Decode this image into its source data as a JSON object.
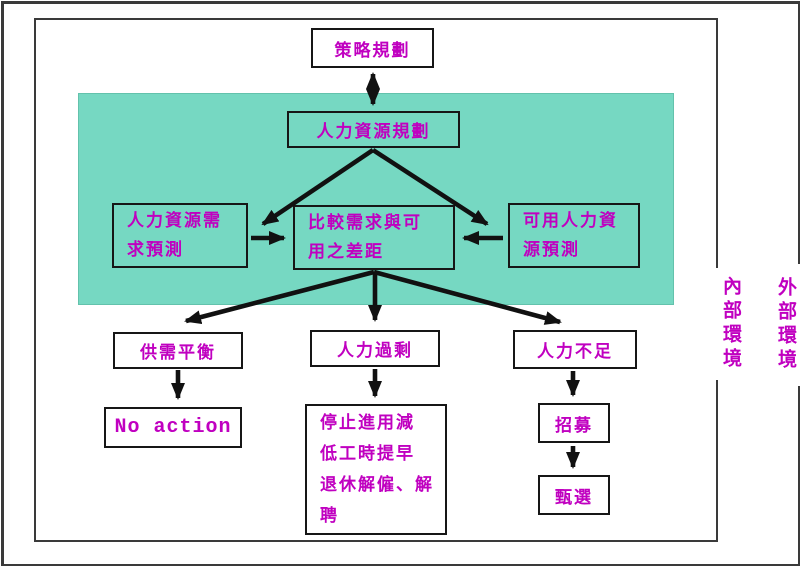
{
  "colors": {
    "text_magenta": "#c000c0",
    "panel_teal": "#76d8c2",
    "line_dark": "#3a3a3a",
    "arrow_black": "#111111"
  },
  "flowchart": {
    "strategic_planning": "策略規劃",
    "hr_planning": "人力資源規劃",
    "hr_demand_forecast": {
      "line1": "人力資源需",
      "line2": "求預測"
    },
    "compare_gap": {
      "line1": "比較需求與可",
      "line2": "用之差距"
    },
    "available_hr_forecast": {
      "line1": "可用人力資",
      "line2": "源預測"
    },
    "supply_demand_balance": "供需平衡",
    "labor_surplus": "人力過剩",
    "labor_shortage": "人力不足",
    "no_action": "No action",
    "reduction_measures": {
      "line1": "停止進用減",
      "line2": "低工時提早",
      "line3": "退休解僱、解",
      "line4": "聘"
    },
    "recruitment": "招募",
    "selection": "甄選",
    "internal_environment": "內部環境",
    "external_environment": "外部環境"
  }
}
